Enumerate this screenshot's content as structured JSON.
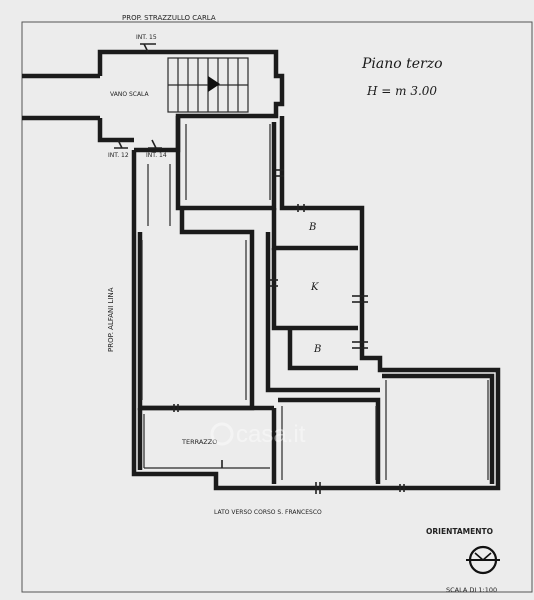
{
  "plan": {
    "title": "Piano terzo",
    "height": "H = m 3.00",
    "neighbor_top": "PROP. STRAZZULLO CARLA",
    "neighbor_left": "PROP. ALFANI LINA",
    "stair_label": "VANO SCALA",
    "int_top": "INT. 15",
    "int_left": "INT. 12",
    "int_right": "INT. 14",
    "room_b_upper": "B",
    "room_k": "K",
    "room_b_lower": "B",
    "terrace": "TERRAZZO",
    "street": "LATO VERSO CORSO S. FRANCESCO",
    "orientation": "ORIENTAMENTO",
    "scale": "SCALA DI 1:100",
    "watermark": "casa.it"
  }
}
